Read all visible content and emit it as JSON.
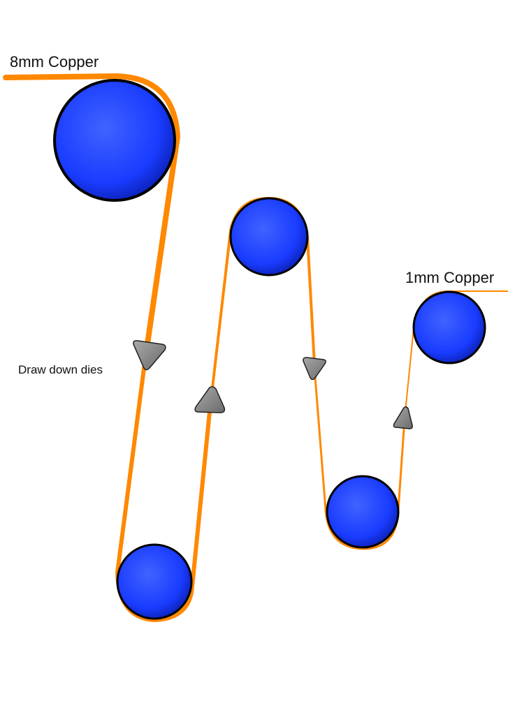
{
  "labels": {
    "input": "8mm Copper",
    "output": "1mm Copper",
    "dies": "Draw down dies"
  },
  "colors": {
    "wire": "#ff8800",
    "pulley_fill": "#1a3cff",
    "pulley_highlight": "#3f63ff",
    "pulley_shade": "#0a1fb0",
    "pulley_outline": "#000000",
    "die_fill": "#6a6a6a",
    "die_highlight": "#a9a9a9",
    "die_outline": "#202020"
  },
  "pulleys": [
    {
      "name": "pulley-1",
      "icon": "pulley-icon"
    },
    {
      "name": "pulley-2",
      "icon": "pulley-icon"
    },
    {
      "name": "pulley-3",
      "icon": "pulley-icon"
    },
    {
      "name": "pulley-4",
      "icon": "pulley-icon"
    },
    {
      "name": "pulley-5",
      "icon": "pulley-icon"
    }
  ],
  "dies": [
    {
      "name": "die-1",
      "icon": "die-icon"
    },
    {
      "name": "die-2",
      "icon": "die-icon"
    },
    {
      "name": "die-3",
      "icon": "die-icon"
    },
    {
      "name": "die-4",
      "icon": "die-icon"
    }
  ]
}
